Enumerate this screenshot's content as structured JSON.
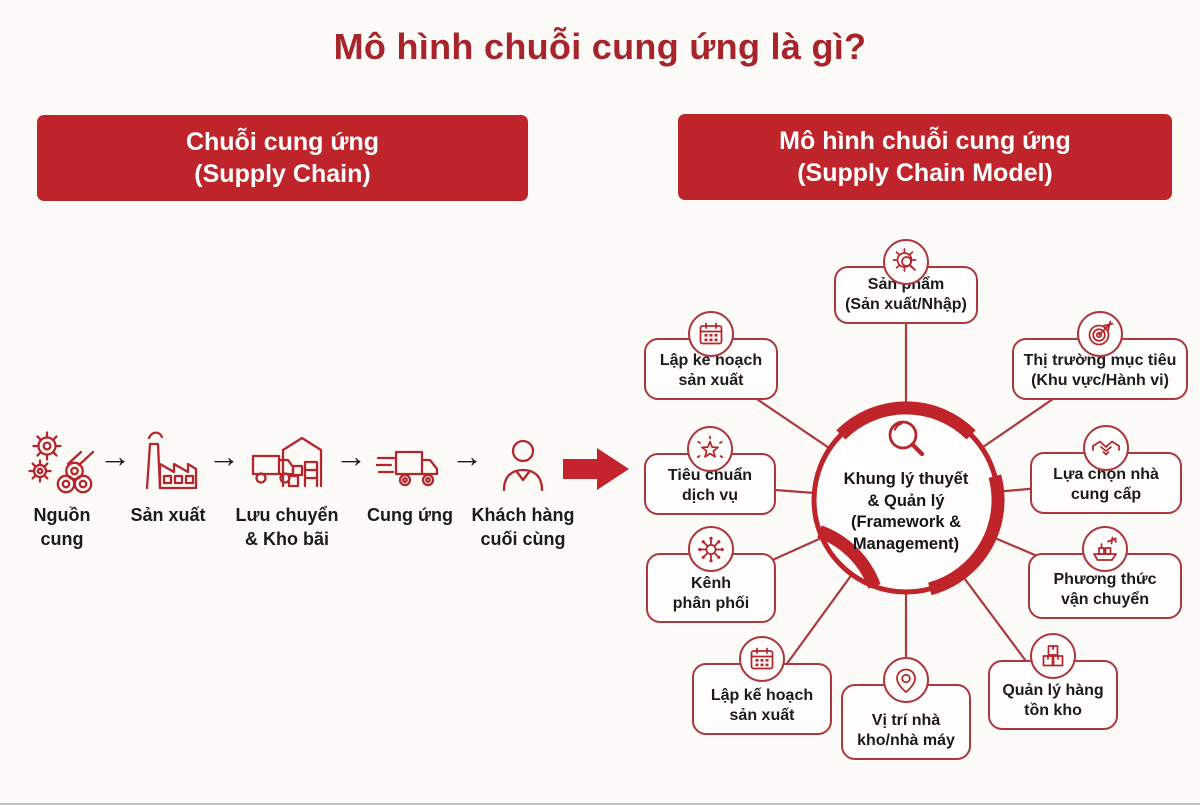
{
  "title": "Mô hình chuỗi cung ứng là gì?",
  "colors": {
    "banner_red": "#c0242b",
    "title_red": "#a8232a",
    "line_red": "#ac383e",
    "icon_red": "#b5262c",
    "text_black": "#1b1b1d",
    "background": "#fcfbf8"
  },
  "headers": {
    "left": {
      "line1": "Chuỗi cung ứng",
      "line2": "(Supply Chain)"
    },
    "right": {
      "line1": "Mô hình chuỗi cung ứng",
      "line2": "(Supply Chain Model)"
    }
  },
  "flow": {
    "arrow_glyph": "→",
    "items": [
      {
        "id": "supply-source",
        "icon": "materials-icon",
        "line1": "Nguồn",
        "line2": "cung"
      },
      {
        "id": "manufacturing",
        "icon": "factory-icon",
        "line1": "Sản xuất",
        "line2": ""
      },
      {
        "id": "logistics-warehousing",
        "icon": "warehouse-truck-icon",
        "line1": "Lưu chuyển",
        "line2": "& Kho bãi"
      },
      {
        "id": "distribution",
        "icon": "delivery-truck-icon",
        "line1": "Cung ứng",
        "line2": ""
      },
      {
        "id": "end-customer",
        "icon": "customer-icon",
        "line1": "Khách hàng",
        "line2": "cuối cùng"
      }
    ]
  },
  "hub": {
    "center": {
      "icon": "magnifier-icon",
      "line1": "Khung lý thuyết",
      "line2": "& Quản lý",
      "line3": "(Framework &",
      "line4": "Management)"
    },
    "nodes": [
      {
        "id": "product",
        "icon": "gear-search-icon",
        "line1": "Sản phẩm",
        "line2": "(Sản xuất/Nhập)"
      },
      {
        "id": "target-market",
        "icon": "target-icon",
        "line1": "Thị trường mục tiêu",
        "line2": "(Khu vực/Hành vi)"
      },
      {
        "id": "supplier-selection",
        "icon": "handshake-icon",
        "line1": "Lựa chọn nhà",
        "line2": "cung cấp"
      },
      {
        "id": "transport-mode",
        "icon": "ship-icon",
        "line1": "Phương thức",
        "line2": "vận chuyển"
      },
      {
        "id": "inventory-management",
        "icon": "boxes-icon",
        "line1": "Quản lý hàng",
        "line2": "tồn kho"
      },
      {
        "id": "facility-location",
        "icon": "pin-icon",
        "line1": "Vị trí nhà",
        "line2": "kho/nhà máy"
      },
      {
        "id": "production-planning-bottom",
        "icon": "calendar-icon",
        "line1": "Lập kế hoạch",
        "line2": "sản xuất"
      },
      {
        "id": "distribution-channel",
        "icon": "network-icon",
        "line1": "Kênh",
        "line2": "phân phối"
      },
      {
        "id": "service-standards",
        "icon": "star-icon",
        "line1": "Tiêu chuẩn",
        "line2": "dịch vụ"
      },
      {
        "id": "production-planning-top",
        "icon": "calendar-icon",
        "line1": "Lập kế hoạch",
        "line2": "sản xuất"
      }
    ]
  }
}
